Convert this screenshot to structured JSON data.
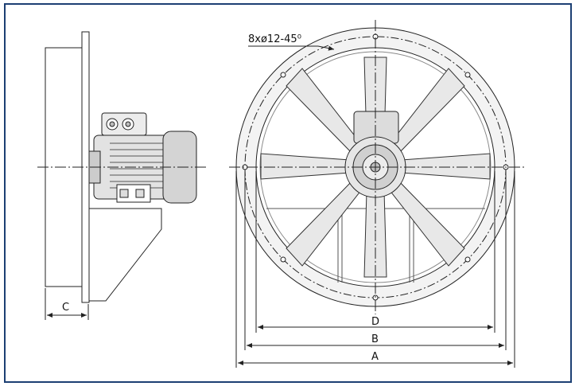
{
  "drawing": {
    "flange_note": "8xø12-45⁰",
    "dimensions": {
      "a": "A",
      "b": "B",
      "c": "C",
      "d": "D"
    }
  },
  "colors": {
    "frame": "#1c3f73",
    "line": "#222222",
    "fill_light": "#d9d9d9",
    "fill_mid": "#bdbdbd"
  }
}
